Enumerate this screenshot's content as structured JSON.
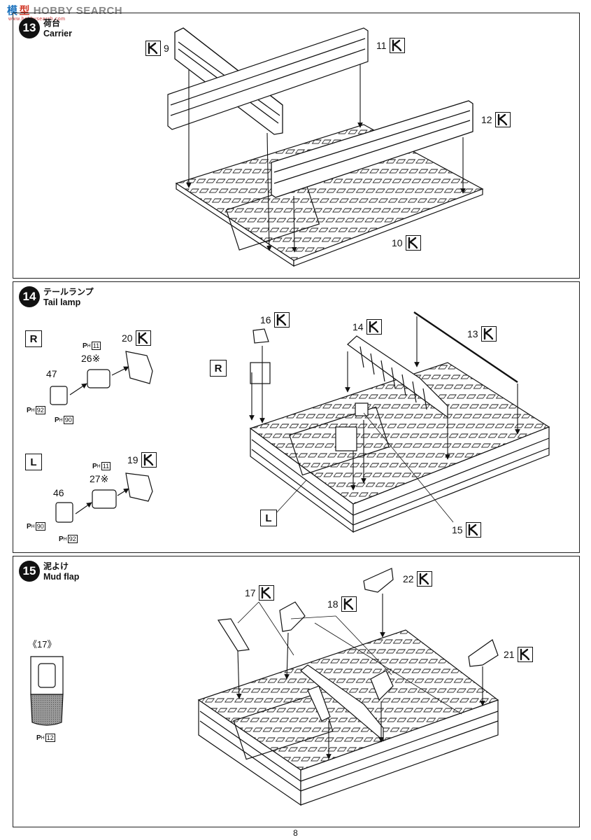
{
  "watermark": {
    "cn1": "模",
    "cn2": "型",
    "text": "HOBBY SEARCH",
    "sub": "www.hobbysearch.com"
  },
  "steps": [
    {
      "number": "13",
      "title_jp": "荷台",
      "title_en": "Carrier"
    },
    {
      "number": "14",
      "title_jp": "テールランプ",
      "title_en": "Tail lamp"
    },
    {
      "number": "15",
      "title_jp": "泥よけ",
      "title_en": "Mud flap"
    }
  ],
  "parts": {
    "p9": "9",
    "p11": "11",
    "p12": "12",
    "p10": "10",
    "p20": "20",
    "p26": "26※",
    "p47": "47",
    "p19": "19",
    "p27": "27※",
    "p46": "46",
    "p16": "16",
    "p14": "14",
    "p13": "13",
    "p15": "15",
    "p17": "17",
    "p18": "18",
    "p22": "22",
    "p21": "21"
  },
  "sides": {
    "right": "R",
    "left": "L"
  },
  "paints": {
    "ph_letter": "P",
    "ph_sub": "H",
    "c11": "11",
    "c92": "92",
    "c90": "90",
    "c12": "12"
  },
  "detail_ref": "《17》",
  "page_number": "8",
  "colors": {
    "ink": "#111111",
    "paper": "#ffffff",
    "flap_fill": "#9a9a9a"
  }
}
